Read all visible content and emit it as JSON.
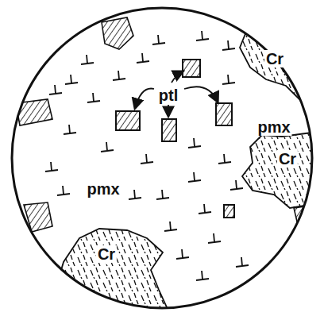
{
  "diagram": {
    "labels": [
      "Cr",
      "ptl",
      "pmx",
      "Cr",
      "pmx",
      "Cr"
    ]
  }
}
